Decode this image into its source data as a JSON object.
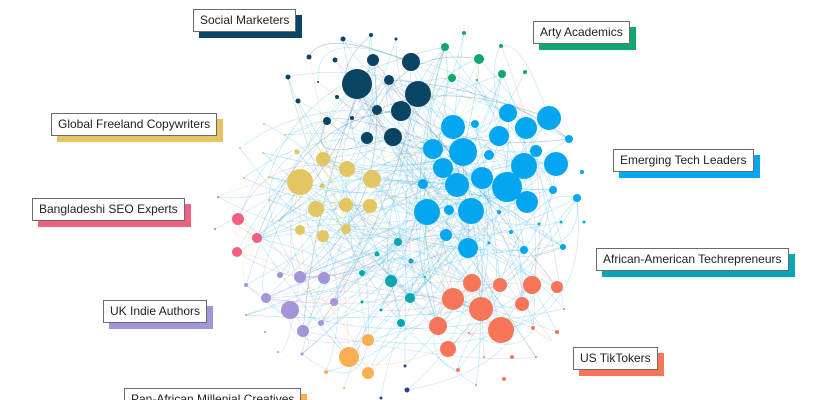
{
  "clusters": [
    {
      "id": "social",
      "label": "Social Marketers",
      "color": "#0a4463"
    },
    {
      "id": "arty",
      "label": "Arty Academics",
      "color": "#10a86e"
    },
    {
      "id": "copy",
      "label": "Global Freeland Copywriters",
      "color": "#e3c562"
    },
    {
      "id": "tech",
      "label": "Emerging Tech Leaders",
      "color": "#04a7ef"
    },
    {
      "id": "seo",
      "label": "Bangladeshi SEO Experts",
      "color": "#f1607e"
    },
    {
      "id": "aat",
      "label": "African-American Techrepreneurs",
      "color": "#06a7b3"
    },
    {
      "id": "uk",
      "label": "UK Indie Authors",
      "color": "#a495d8"
    },
    {
      "id": "tiktok",
      "label": "US TikTokers",
      "color": "#f8755a"
    },
    {
      "id": "panaf",
      "label": "Pan-African Millenial Creatives",
      "color": "#fbae52"
    }
  ],
  "extra_colors": {
    "indigo": "#2f3d8f"
  }
}
